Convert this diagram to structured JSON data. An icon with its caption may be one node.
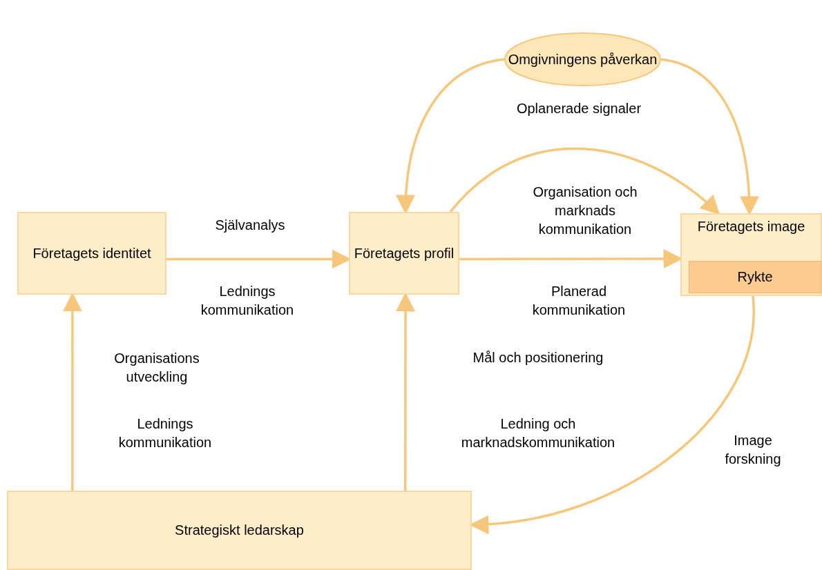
{
  "diagram": {
    "nodes": [
      {
        "text": [
          "Företagets identitet"
        ]
      },
      {
        "text": [
          "Företagets profil"
        ]
      },
      {
        "text": [
          "Företagets image"
        ]
      },
      {
        "text": [
          "Rykte"
        ],
        "in": 2
      },
      {
        "text": [
          "Omgivningens påverkan"
        ]
      },
      {
        "text": [
          "Strategiskt ledarskap"
        ]
      }
    ],
    "edges": [
      {
        "from": 0,
        "to": 1,
        "arrow": "to"
      },
      {
        "from": 1,
        "to": 2,
        "arrow": "to"
      },
      {
        "from": 5,
        "to": 0,
        "arrow": "to"
      },
      {
        "from": 5,
        "to": 1,
        "arrow": "to"
      },
      {
        "from": 4,
        "to": 1,
        "arrow": "to"
      },
      {
        "from": 4,
        "to": 2,
        "arrow": "to"
      },
      {
        "from": 1,
        "to": 2,
        "arrow": "to"
      },
      {
        "from": 2,
        "to": 5,
        "arrow": "to"
      }
    ],
    "labels": [
      "Oplanerade signaler",
      "Organisation och marknads kommunikation",
      "Självanalys",
      "Lednings kommunikation",
      "Planerad kommunikation",
      "Organisations utveckling",
      "Mål och positionering",
      "Lednings kommunikation",
      "Ledning och marknadskommunikation",
      "Image forskning"
    ]
  }
}
